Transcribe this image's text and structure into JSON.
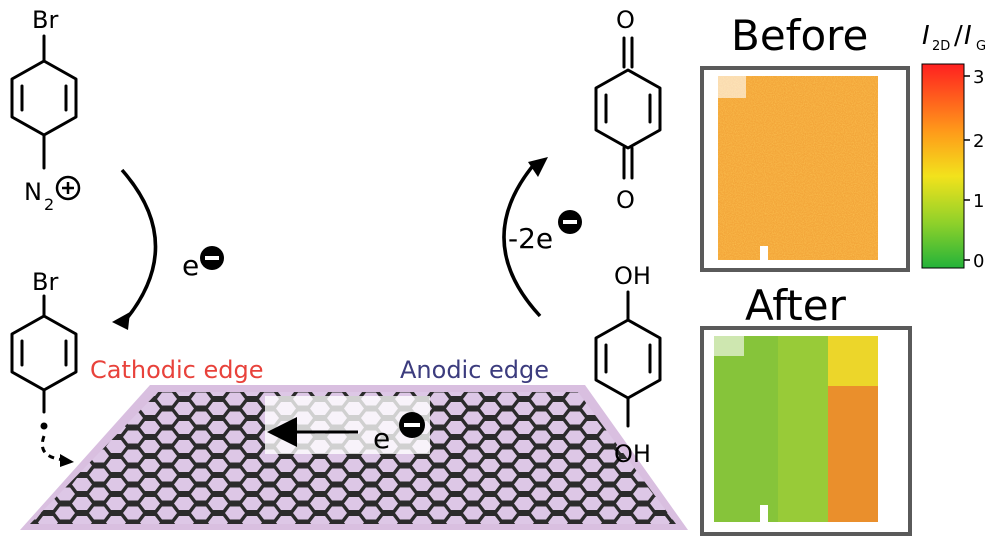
{
  "diagram": {
    "left_molecules": {
      "top": {
        "substituent_top": "Br",
        "substituent_bottom": "N",
        "subscript": "2"
      },
      "bottom": {
        "substituent_top": "Br"
      }
    },
    "right_molecules": {
      "top": {
        "substituent_top": "O",
        "substituent_bottom": "O"
      },
      "bottom": {
        "substituent_top": "OH",
        "substituent_bottom": "OH"
      }
    },
    "reduction_label": "e",
    "oxidation_label": "-2e",
    "electron_flow_label": "e",
    "cathodic_edge_label": "Cathodic edge",
    "anodic_edge_label": "Anodic edge",
    "cathodic_color": "#e8423b",
    "anodic_color": "#3c3c7e",
    "sheet_color": "#d9bfe0"
  },
  "maps": {
    "before_title": "Before",
    "after_title": "After",
    "colorbar": {
      "label_i": "I",
      "label_2d": "2D",
      "label_g": "G",
      "ticks": [
        "3",
        "2",
        "1",
        "0"
      ],
      "colors": [
        "#ff2020",
        "#ff9a1a",
        "#f2e21c",
        "#8fd12a",
        "#23b33a"
      ]
    }
  }
}
